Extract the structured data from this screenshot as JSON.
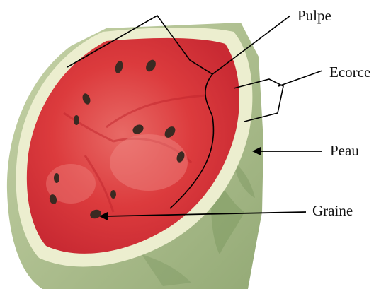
{
  "labels": {
    "pulpe": "Pulpe",
    "ecorce": "Ecorce",
    "peau": "Peau",
    "graine": "Graine"
  },
  "colors": {
    "peau_green": "#a9bd8a",
    "ecorce_white": "#eef0d2",
    "pulpe_red": "#d9363a",
    "graine_dark": "#3a2a22",
    "line": "#000000"
  }
}
